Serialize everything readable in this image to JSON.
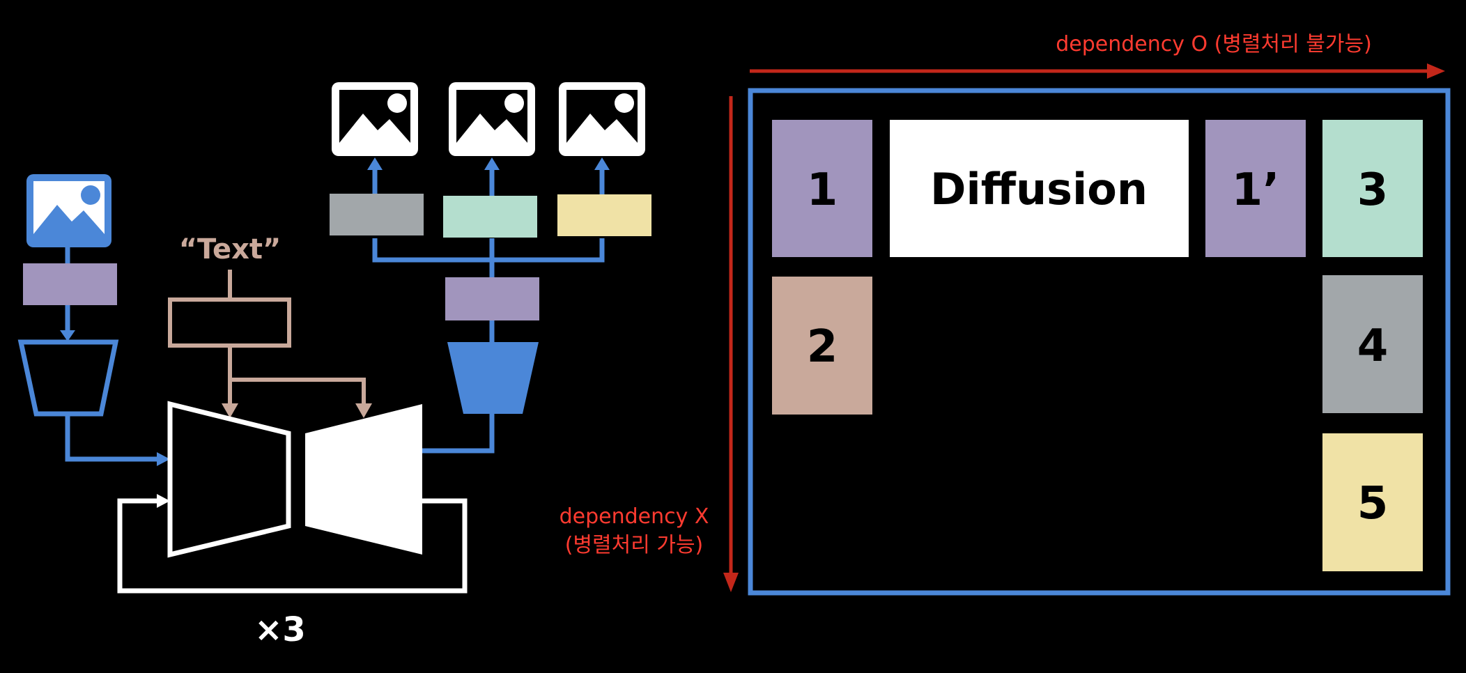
{
  "pipeline": {
    "text_label": "“Text”",
    "repeat_label": "×3"
  },
  "table": {
    "top_label": "dependency O (병렬처리 불가능)",
    "side_label_1": "dependency X",
    "side_label_2": "(병렬처리 가능)",
    "cells": {
      "c1": "1",
      "diffusion": "Diffusion",
      "c1p": "1’",
      "c3": "3",
      "c2": "2",
      "c4": "4",
      "c5": "5"
    }
  },
  "colors": {
    "blue": "#4b87d8",
    "purple": "#a195bd",
    "tan": "#c9a99b",
    "green": "#b4dece",
    "gray": "#a2a7aa",
    "yellow": "#f0e2a6",
    "red": "#c3271a"
  }
}
